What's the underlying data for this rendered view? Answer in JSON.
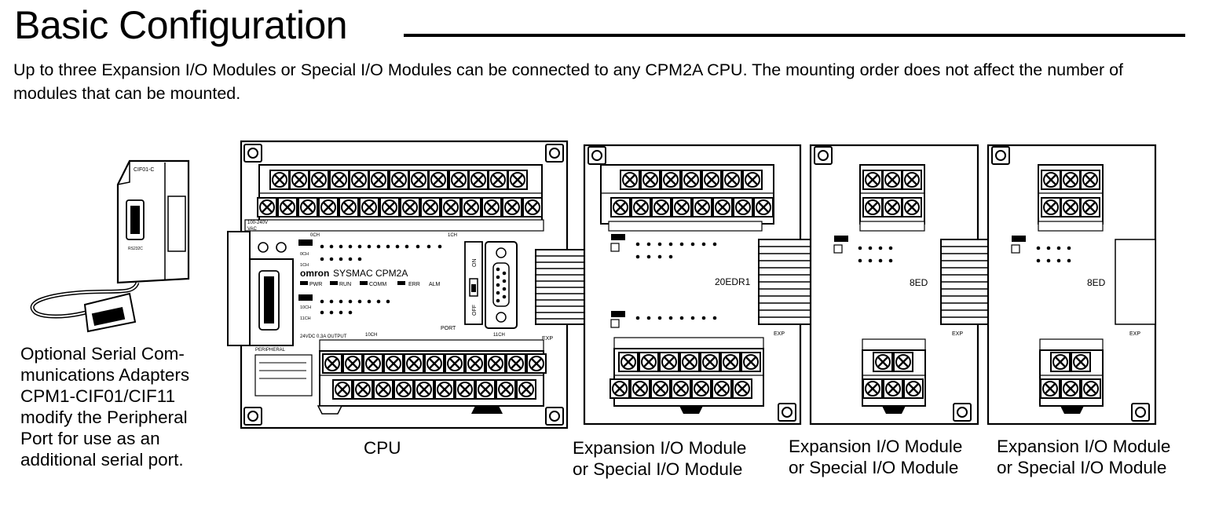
{
  "title": "Basic Configuration",
  "intro": "Up to three Expansion I/O Modules or Special I/O Modules can be connected to any CPM2A CPU. The mounting order does not affect the number of modules that can be mounted.",
  "adapter": {
    "caption_lines": [
      "Optional Serial Com-",
      "munications Adapters",
      "CPM1-CIF01/CIF11",
      "modify the Peripheral",
      "Port for use as an",
      "additional serial port."
    ],
    "label": "CIF01-C",
    "port_label": "RS232C"
  },
  "cpu": {
    "caption": "CPU",
    "brand": "omron",
    "model": "SYSMAC  CPM2A",
    "indicators": [
      "PWR",
      "RUN",
      "COMM",
      "ERR",
      "ALM"
    ],
    "power_label": "100-240V",
    "vac_label": "VAC",
    "input_row_labels": [
      "0CH",
      "1CH"
    ],
    "output_row_labels": [
      "10CH",
      "11CH"
    ],
    "input_ch_top": "0CH",
    "input_ch_top2": "1CH",
    "output_ch_top": "10CH",
    "output_ch_top2": "11CH",
    "peripheral_label": "PERIPHERAL",
    "port_label": "PORT",
    "switch_on": "ON",
    "switch_off": "OFF",
    "output_supply": "24VDC 0.3A OUTPUT",
    "exp_label": "EXP"
  },
  "modules": [
    {
      "name": "20EDR1",
      "caption_lines": [
        "Expansion I/O Module",
        "or Special I/O Module"
      ],
      "exp_label": "EXP"
    },
    {
      "name": "8ED",
      "caption_lines": [
        "Expansion I/O Module",
        "or Special I/O Module"
      ],
      "exp_label": "EXP"
    },
    {
      "name": "8ED",
      "caption_lines": [
        "Expansion I/O Module",
        "or Special I/O Module"
      ],
      "exp_label": "EXP"
    }
  ],
  "colors": {
    "ink": "#000000",
    "paper": "#ffffff"
  }
}
